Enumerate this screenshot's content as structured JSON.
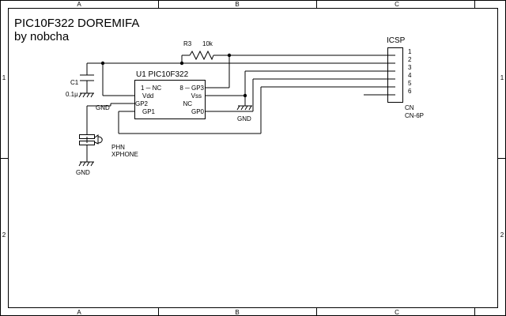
{
  "title": {
    "line1": "PIC10F322 DOREMIFA",
    "line2": "by nobcha"
  },
  "frame": {
    "col_labels": [
      "A",
      "B",
      "C"
    ],
    "row_labels": [
      "1",
      "2"
    ]
  },
  "components": {
    "r3": {
      "ref": "R3",
      "value": "10k"
    },
    "c1": {
      "ref": "C1",
      "value": "0.1μ"
    },
    "u1": {
      "title": "U1 PIC10F322",
      "pins_left": [
        "1 ─ NC",
        "Vdd",
        "GP2",
        "GP1"
      ],
      "pins_right": [
        "8 ─ GP3",
        "Vss",
        "NC",
        "GP0"
      ]
    },
    "icsp": {
      "title": "ICSP",
      "pins": [
        "1",
        "2",
        "3",
        "4",
        "5",
        "6"
      ],
      "ref": "CN",
      "value": "CN-6P"
    },
    "phn": {
      "ref": "PHN",
      "value": "XPHONE"
    },
    "gnd_labels": [
      "GND",
      "GND",
      "GND"
    ]
  }
}
